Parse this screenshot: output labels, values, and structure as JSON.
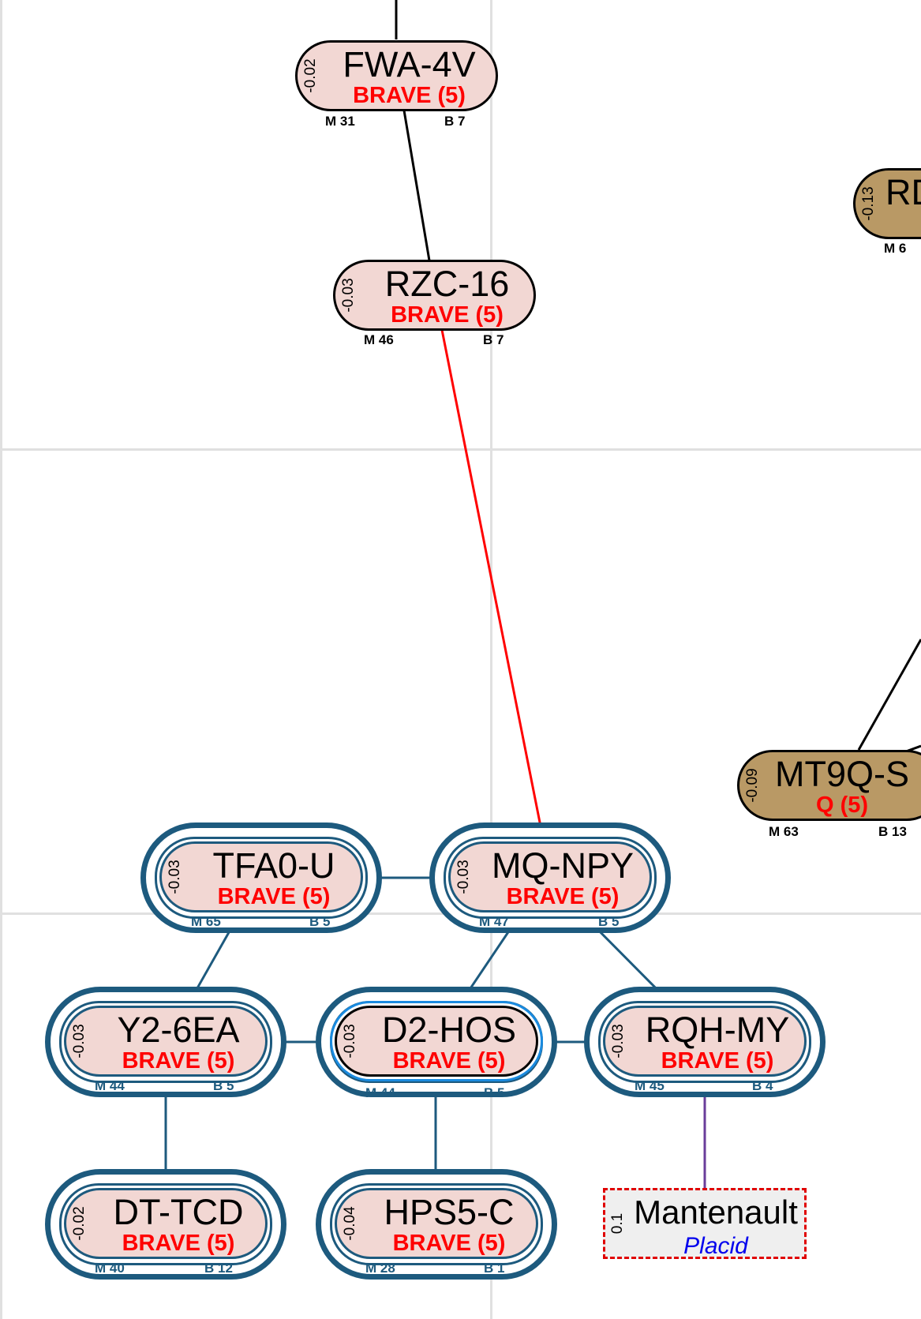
{
  "systems": {
    "fwa": {
      "name": "FWA-4V",
      "status": "BRAVE (5)",
      "security": "-0.02",
      "m": "M 31",
      "b": "B 7"
    },
    "rzc": {
      "name": "RZC-16",
      "status": "BRAVE (5)",
      "security": "-0.03",
      "m": "M 46",
      "b": "B 7"
    },
    "rd": {
      "name": "RD",
      "security": "-0.13",
      "m": "M 6"
    },
    "mt9q": {
      "name": "MT9Q-S",
      "status": "Q (5)",
      "security": "-0.09",
      "m": "M 63",
      "b": "B 13"
    },
    "tfa0": {
      "name": "TFA0-U",
      "status": "BRAVE (5)",
      "security": "-0.03",
      "m": "M 65",
      "b": "B 5"
    },
    "mqnpy": {
      "name": "MQ-NPY",
      "status": "BRAVE (5)",
      "security": "-0.03",
      "m": "M 47",
      "b": "B 5"
    },
    "y26ea": {
      "name": "Y2-6EA",
      "status": "BRAVE (5)",
      "security": "-0.03",
      "m": "M 44",
      "b": "B 5"
    },
    "d2hos": {
      "name": "D2-HOS",
      "status": "BRAVE (5)",
      "security": "-0.03",
      "m": "M 44",
      "b": "B 5"
    },
    "rqhmy": {
      "name": "RQH-MY",
      "status": "BRAVE (5)",
      "security": "-0.03",
      "m": "M 45",
      "b": "B 4"
    },
    "dttcd": {
      "name": "DT-TCD",
      "status": "BRAVE (5)",
      "security": "-0.02",
      "m": "M 40",
      "b": "B 12"
    },
    "hps5c": {
      "name": "HPS5-C",
      "status": "BRAVE (5)",
      "security": "-0.04",
      "m": "M 28",
      "b": "B 1"
    },
    "mantenault": {
      "name": "Mantenault",
      "status": "Placid",
      "security": "0.1"
    }
  },
  "colors": {
    "node_fill": "#f2d7d3",
    "node_fill_other": "#b99965",
    "sov_text": "#ff0000",
    "ring": "#1d5a7e",
    "selected_outline": "#1a8be0",
    "edge_normal": "#000000",
    "edge_region": "#ff0000",
    "edge_cluster": "#1d5a7e",
    "edge_constellation": "#6a3d9a",
    "external_border": "#e00000",
    "external_status": "#0000ee"
  }
}
